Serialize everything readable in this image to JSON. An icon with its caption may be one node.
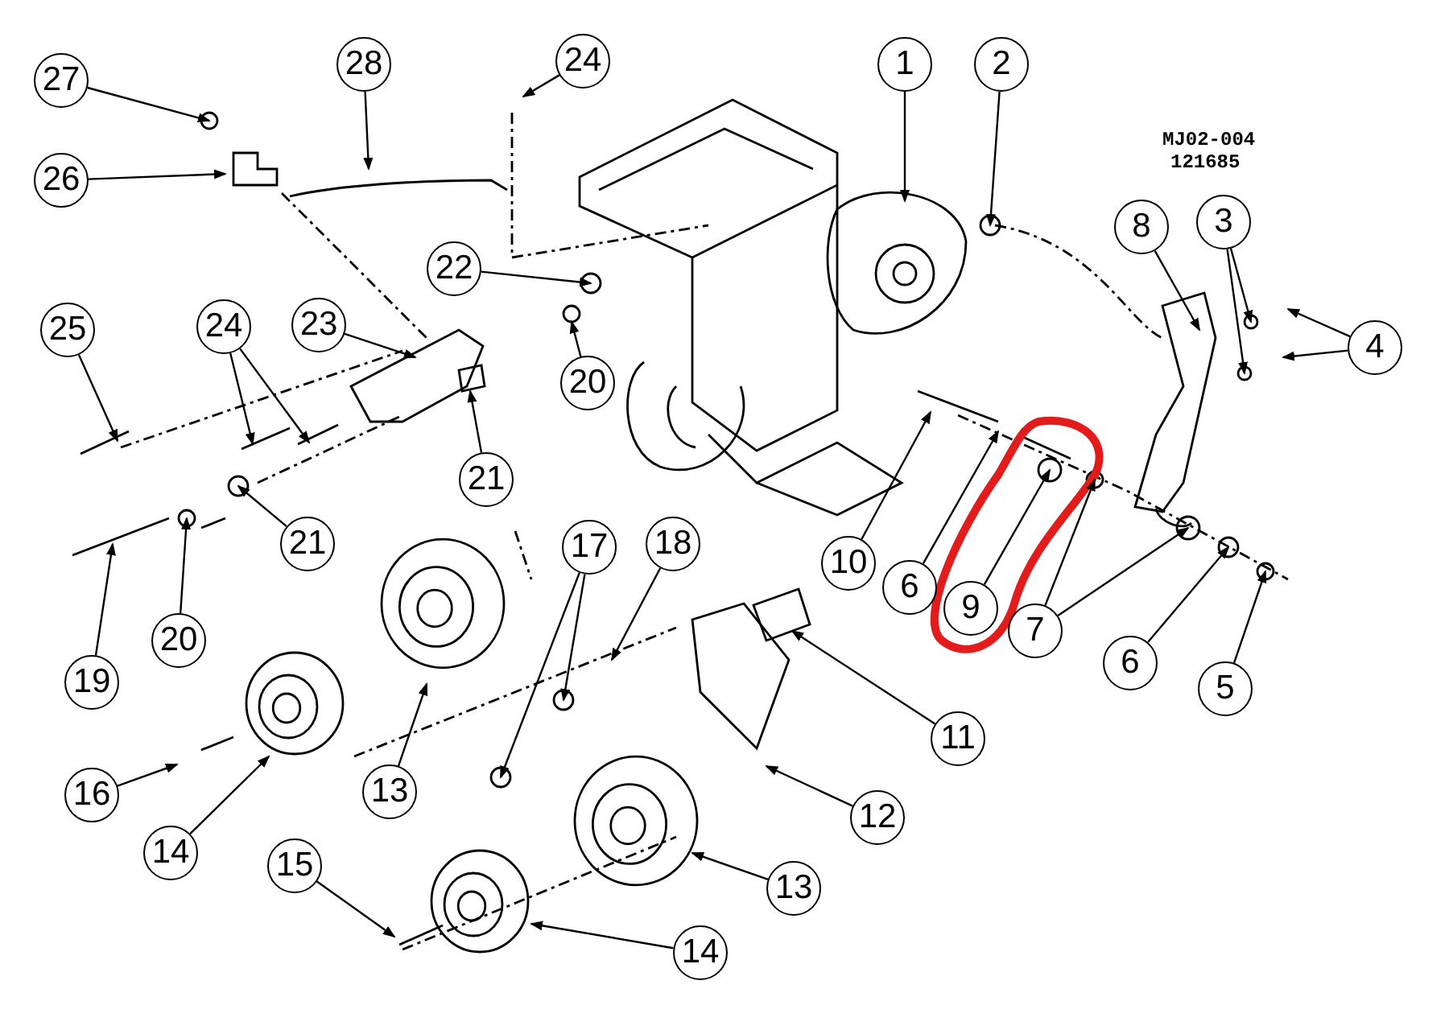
{
  "diagram": {
    "nodes": [
      {
        "text": [
          "27"
        ]
      },
      {
        "text": [
          "28"
        ]
      },
      {
        "text": [
          "24"
        ]
      },
      {
        "text": [
          "1"
        ]
      },
      {
        "text": [
          "2"
        ]
      },
      {
        "text": [
          "26"
        ]
      },
      {
        "text": [
          "8"
        ]
      },
      {
        "text": [
          "3"
        ]
      },
      {
        "text": [
          "22"
        ]
      },
      {
        "text": [
          "4"
        ]
      },
      {
        "text": [
          "25"
        ]
      },
      {
        "text": [
          "24"
        ]
      },
      {
        "text": [
          "23"
        ]
      },
      {
        "text": [
          "21"
        ]
      },
      {
        "text": [
          "20"
        ]
      },
      {
        "text": [
          "21"
        ]
      },
      {
        "text": [
          "10"
        ]
      },
      {
        "text": [
          "17"
        ]
      },
      {
        "text": [
          "18"
        ]
      },
      {
        "text": [
          "6"
        ]
      },
      {
        "text": [
          "9"
        ]
      },
      {
        "text": [
          "20"
        ]
      },
      {
        "text": [
          "7"
        ]
      },
      {
        "text": [
          "19"
        ]
      },
      {
        "text": [
          "6"
        ]
      },
      {
        "text": [
          "5"
        ]
      },
      {
        "text": [
          "11"
        ]
      },
      {
        "text": [
          "13"
        ]
      },
      {
        "text": [
          "16"
        ]
      },
      {
        "text": [
          "12"
        ]
      },
      {
        "text": [
          "14"
        ]
      },
      {
        "text": [
          "15"
        ]
      },
      {
        "text": [
          "13"
        ]
      },
      {
        "text": [
          "14"
        ]
      }
    ],
    "edges": [
      {
        "from": 0,
        "to": null,
        "arrow": "to"
      },
      {
        "from": 1,
        "to": null,
        "arrow": "to"
      },
      {
        "from": 2,
        "to": null,
        "arrow": "to"
      },
      {
        "from": 3,
        "to": null,
        "arrow": "to"
      },
      {
        "from": 4,
        "to": null,
        "arrow": "to"
      },
      {
        "from": 5,
        "to": null,
        "arrow": "to"
      },
      {
        "from": 6,
        "to": null,
        "arrow": "to"
      },
      {
        "from": 7,
        "to": null,
        "arrow": "to"
      },
      {
        "from": 7,
        "to": null,
        "arrow": "to"
      },
      {
        "from": 8,
        "to": null,
        "arrow": "to"
      },
      {
        "from": 9,
        "to": null,
        "arrow": "to"
      },
      {
        "from": 9,
        "to": null,
        "arrow": "to"
      },
      {
        "from": 10,
        "to": null,
        "arrow": "to"
      },
      {
        "from": 11,
        "to": null,
        "arrow": "to"
      },
      {
        "from": 11,
        "to": null,
        "arrow": "to"
      },
      {
        "from": 12,
        "to": null,
        "arrow": "to"
      },
      {
        "from": 13,
        "to": null,
        "arrow": "to"
      },
      {
        "from": 14,
        "to": null,
        "arrow": "to"
      },
      {
        "from": 15,
        "to": null,
        "arrow": "to"
      },
      {
        "from": 16,
        "to": null,
        "arrow": "to"
      },
      {
        "from": 17,
        "to": null,
        "arrow": "to"
      },
      {
        "from": 17,
        "to": null,
        "arrow": "to"
      },
      {
        "from": 18,
        "to": null,
        "arrow": "to"
      },
      {
        "from": 19,
        "to": null,
        "arrow": "to"
      },
      {
        "from": 20,
        "to": null,
        "arrow": "to"
      },
      {
        "from": 21,
        "to": null,
        "arrow": "to"
      },
      {
        "from": 22,
        "to": null,
        "arrow": "to"
      },
      {
        "from": 22,
        "to": null,
        "arrow": "to"
      },
      {
        "from": 23,
        "to": null,
        "arrow": "to"
      },
      {
        "from": 24,
        "to": null,
        "arrow": "to"
      },
      {
        "from": 25,
        "to": null,
        "arrow": "to"
      },
      {
        "from": 26,
        "to": null,
        "arrow": "to"
      },
      {
        "from": 27,
        "to": null,
        "arrow": "to"
      },
      {
        "from": 28,
        "to": null,
        "arrow": "to"
      },
      {
        "from": 29,
        "to": null,
        "arrow": "to"
      },
      {
        "from": 30,
        "to": null,
        "arrow": "to"
      },
      {
        "from": 31,
        "to": null,
        "arrow": "to"
      },
      {
        "from": 32,
        "to": null,
        "arrow": "to"
      },
      {
        "from": 33,
        "to": null,
        "arrow": "to"
      }
    ],
    "labels": [
      "MJ02-004",
      "121685"
    ]
  }
}
